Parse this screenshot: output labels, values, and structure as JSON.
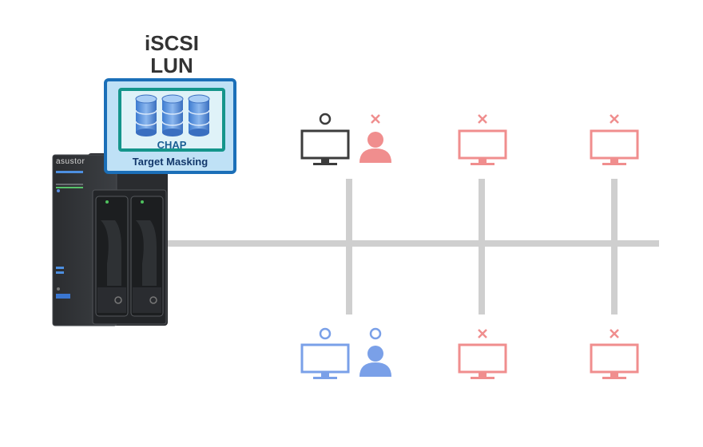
{
  "lun": {
    "title_line1": "iSCSI",
    "title_line2": "LUN",
    "chap_label": "CHAP",
    "masking_label": "Target Masking"
  },
  "nas": {
    "brand": "asustor"
  },
  "colors": {
    "allowed": "#7aa0e8",
    "denied": "#f08e8e",
    "neutral": "#3c3c3c",
    "network_line": "#cfcfcf",
    "lun_border": "#1b6fb8",
    "chap_border": "#14958b"
  },
  "top_row": [
    {
      "device": "monitor-icon",
      "device_status": "allowed",
      "device_color": "neutral",
      "user": "user-icon",
      "user_status": "denied"
    },
    {
      "device": "monitor-icon",
      "device_status": "denied"
    },
    {
      "device": "monitor-icon",
      "device_status": "denied"
    }
  ],
  "bottom_row": [
    {
      "device": "monitor-icon",
      "device_status": "allowed",
      "user": "user-icon",
      "user_status": "allowed"
    },
    {
      "device": "monitor-icon",
      "device_status": "denied"
    },
    {
      "device": "monitor-icon",
      "device_status": "denied"
    }
  ]
}
